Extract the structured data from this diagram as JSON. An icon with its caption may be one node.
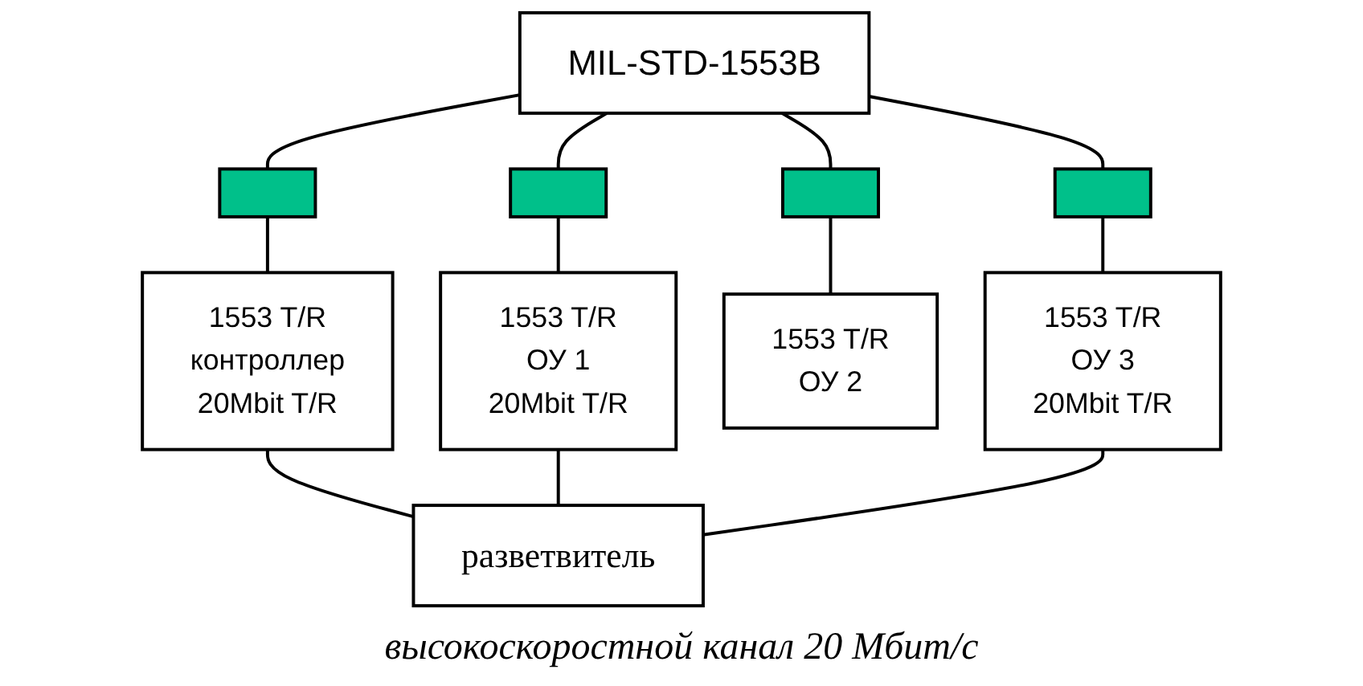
{
  "diagram": {
    "caption": "высокоскоростной канал 20 Мбит/с",
    "nodes": [
      {
        "text": [
          "MIL-STD-1553B"
        ]
      },
      {
        "text": [],
        "shape": "box"
      },
      {
        "text": [],
        "shape": "box"
      },
      {
        "text": [],
        "shape": "box"
      },
      {
        "text": [],
        "shape": "box"
      },
      {
        "text": [
          "1553 T/R",
          "контроллер",
          "20Mbit T/R"
        ]
      },
      {
        "text": [
          "1553 T/R",
          "ОУ 1",
          "20Mbit T/R"
        ]
      },
      {
        "text": [
          "1553 T/R",
          "ОУ 2"
        ]
      },
      {
        "text": [
          "1553 T/R",
          "ОУ 3",
          "20Mbit T/R"
        ]
      },
      {
        "text": [
          "разветвитель"
        ]
      }
    ],
    "edges": [
      {
        "from": 0,
        "to": 1,
        "arrow": "none"
      },
      {
        "from": 0,
        "to": 2,
        "arrow": "none"
      },
      {
        "from": 0,
        "to": 3,
        "arrow": "none"
      },
      {
        "from": 0,
        "to": 4,
        "arrow": "none"
      },
      {
        "from": 1,
        "to": 5,
        "arrow": "none"
      },
      {
        "from": 2,
        "to": 6,
        "arrow": "none"
      },
      {
        "from": 3,
        "to": 7,
        "arrow": "none"
      },
      {
        "from": 4,
        "to": 8,
        "arrow": "none"
      },
      {
        "from": 5,
        "to": 9,
        "arrow": "none"
      },
      {
        "from": 6,
        "to": 9,
        "arrow": "none"
      },
      {
        "from": 8,
        "to": 9,
        "arrow": "none"
      }
    ]
  }
}
